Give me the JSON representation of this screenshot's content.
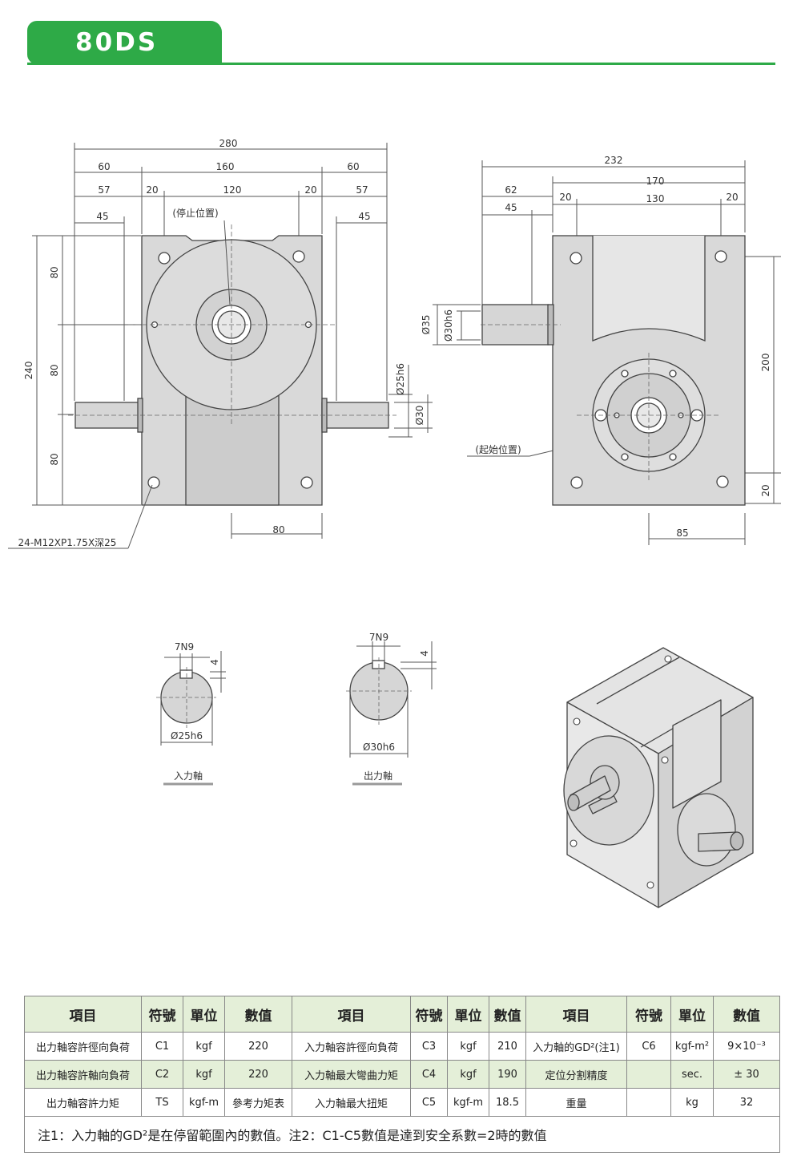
{
  "header": {
    "model": "80DS"
  },
  "drawing": {
    "dims_top": [
      "280",
      "60",
      "160",
      "60",
      "57",
      "20",
      "120",
      "20",
      "57",
      "45",
      "45"
    ],
    "dims_right_top": [
      "232",
      "170",
      "62",
      "20",
      "130",
      "20",
      "45"
    ],
    "dims_left_vertical": [
      "240",
      "80",
      "80",
      "80"
    ],
    "dims_right_vertical": [
      "200",
      "20"
    ],
    "shaft_dims": [
      "Ø25h6",
      "Ø30",
      "Ø35",
      "Ø30h6"
    ],
    "bottom_dims": [
      "80",
      "85"
    ],
    "labels": {
      "stop_position": "(停止位置)",
      "start_position": "(起始位置)",
      "thread": "24-M12XP1.75X深25"
    },
    "keys": {
      "input": {
        "width": "7N9",
        "depth": "4",
        "diameter": "Ø25h6",
        "name": "入力軸"
      },
      "output": {
        "width": "7N9",
        "depth": "4",
        "diameter": "Ø30h6",
        "name": "出力軸"
      }
    }
  },
  "table": {
    "headers": [
      "項目",
      "符號",
      "單位",
      "數值",
      "項目",
      "符號",
      "單位",
      "數值",
      "項目",
      "符號",
      "單位",
      "數值"
    ],
    "rows": [
      [
        "出力軸容許徑向負荷",
        "C1",
        "kgf",
        "220",
        "入力軸容許徑向負荷",
        "C3",
        "kgf",
        "210",
        "入力軸的GD²(注1)",
        "C6",
        "kgf-m²",
        "9×10⁻³"
      ],
      [
        "出力軸容許軸向負荷",
        "C2",
        "kgf",
        "220",
        "入力軸最大彎曲力矩",
        "C4",
        "kgf",
        "190",
        "定位分割精度",
        "",
        "sec.",
        "± 30"
      ],
      [
        "出力軸容許力矩",
        "TS",
        "kgf-m",
        "參考力矩表",
        "入力軸最大扭矩",
        "C5",
        "kgf-m",
        "18.5",
        "重量",
        "",
        "kg",
        "32"
      ]
    ],
    "note": "注1：入力軸的GD²是在停留範圍內的數值。注2：C1-C5數值是達到安全系數=2時的數值"
  }
}
